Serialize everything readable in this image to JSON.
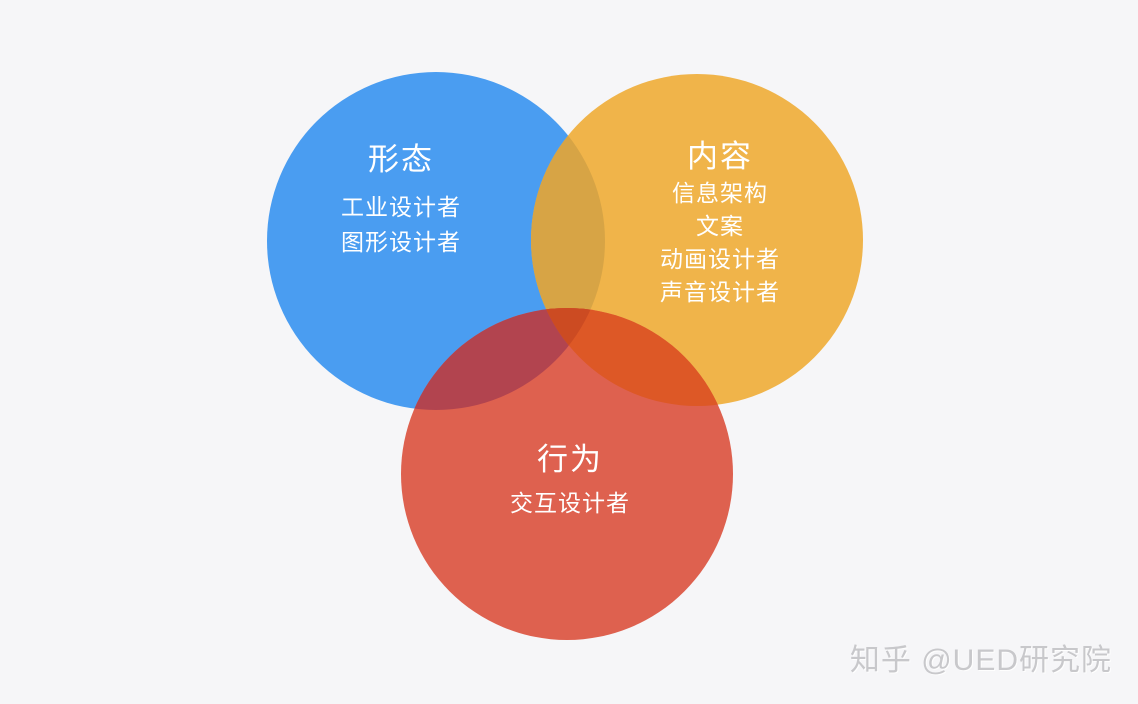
{
  "page": {
    "background_color": "#F6F6F8",
    "text_color_on_circles": "#FFFFFF"
  },
  "diagram": {
    "type": "venn",
    "sets": [
      {
        "id": "form",
        "title": "形态",
        "items": [
          "工业设计者",
          "图形设计者"
        ],
        "color": "#4A9DF1"
      },
      {
        "id": "content",
        "title": "内容",
        "items": [
          "信息架构",
          "文案",
          "动画设计者",
          "声音设计者"
        ],
        "color": "#F0B44A"
      },
      {
        "id": "behavior",
        "title": "行为",
        "items": [
          "交互设计者"
        ],
        "color": "#DE614F"
      }
    ],
    "overlaps": [
      {
        "between": [
          "形态",
          "内容"
        ],
        "color": "#D7A445"
      },
      {
        "between": [
          "形态",
          "行为"
        ],
        "color": "#B2444F"
      },
      {
        "between": [
          "内容",
          "行为"
        ],
        "color": "#DD5826"
      },
      {
        "between": [
          "形态",
          "内容",
          "行为"
        ],
        "color": "#CC4B22"
      }
    ]
  },
  "watermark": {
    "text": "知乎 @UED研究院",
    "color": "#C8C8CB"
  }
}
